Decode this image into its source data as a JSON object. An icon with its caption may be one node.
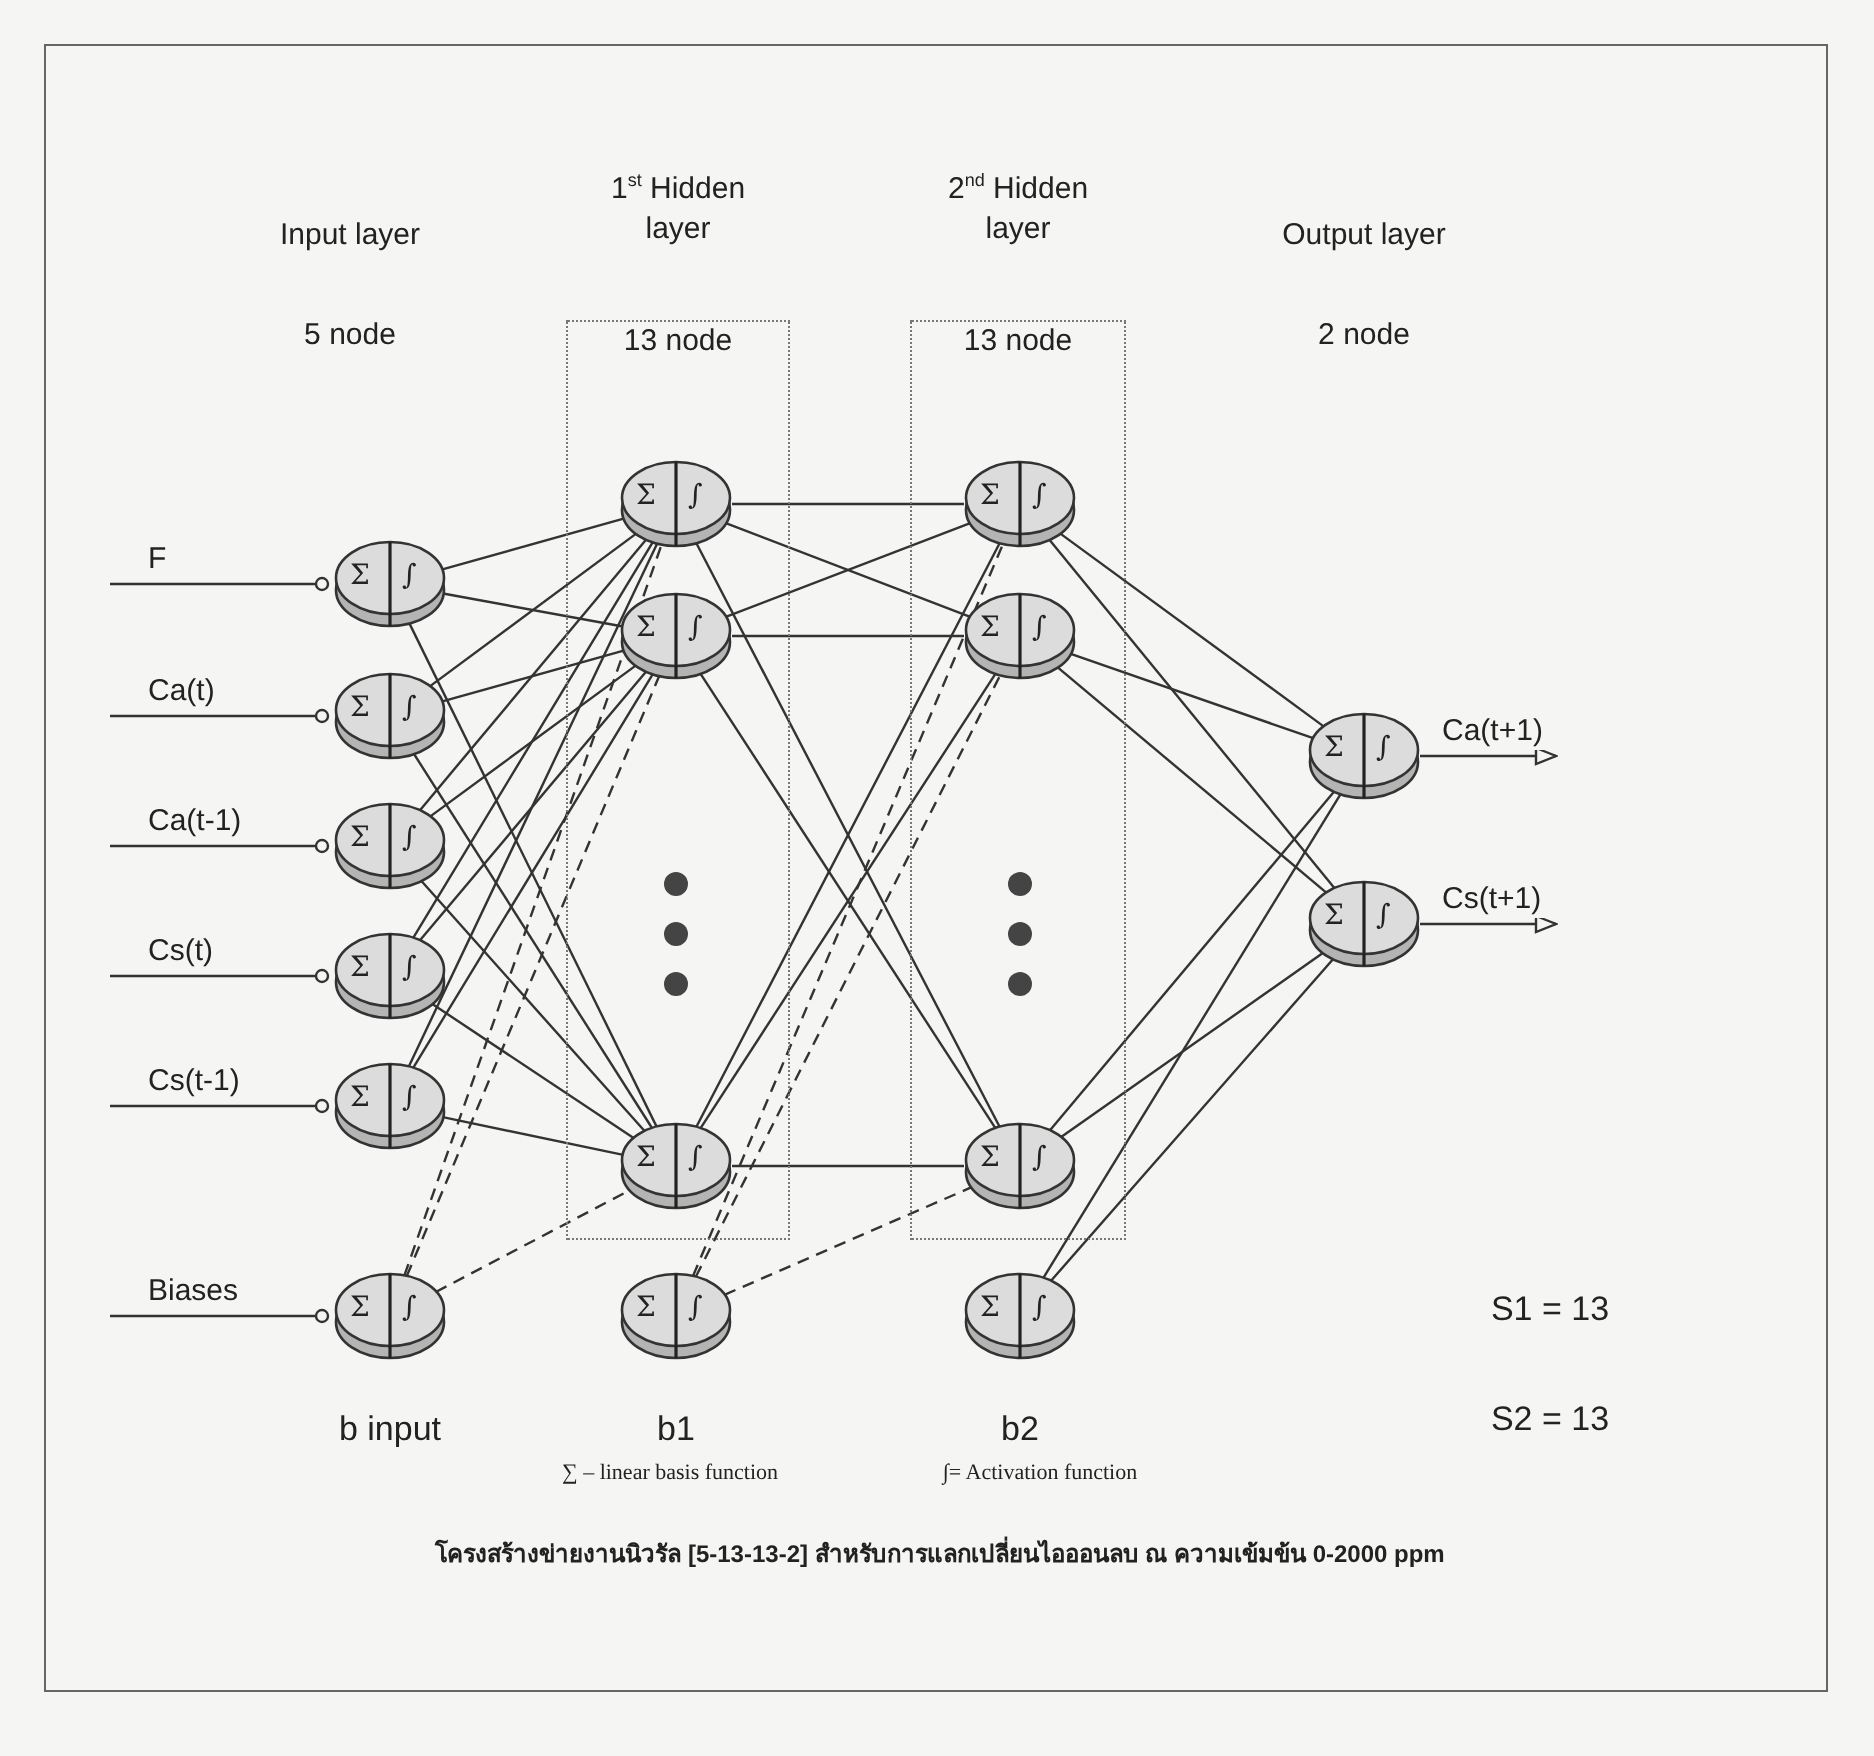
{
  "diagram": {
    "caption": "โครงสร้างข่ายงานนิวรัล [5-13-13-2] สำหรับการแลกเปลี่ยนไอออนลบ ณ ความเข้มข้น 0-2000 ppm",
    "nodes": [
      {
        "text": [
          "1$^{st}$ Hidden layer",
          "13 node"
        ]
      },
      {
        "text": [
          "2$^{nd}$ Hidden layer",
          "13 node"
        ]
      },
      {
        "text": [
          "Σ",
          "∫"
        ]
      },
      {
        "text": [
          "Σ",
          "∫"
        ]
      },
      {
        "text": [
          "Σ",
          "∫"
        ]
      },
      {
        "text": [
          "Σ",
          "∫"
        ]
      },
      {
        "text": [
          "Σ",
          "∫"
        ]
      },
      {
        "text": [
          "Σ",
          "∫"
        ],
        "beside": [
          "b input"
        ]
      },
      {
        "text": [
          "Σ",
          "∫"
        ],
        "in": 0
      },
      {
        "text": [
          "Σ",
          "∫"
        ],
        "in": 0
      },
      {
        "text": [
          "Σ",
          "∫"
        ],
        "in": 0
      },
      {
        "text": [
          "Σ",
          "∫"
        ],
        "beside": [
          "b1"
        ]
      },
      {
        "text": [
          "Σ",
          "∫"
        ],
        "in": 1
      },
      {
        "text": [
          "Σ",
          "∫"
        ],
        "in": 1
      },
      {
        "text": [
          "Σ",
          "∫"
        ],
        "in": 1
      },
      {
        "text": [
          "Σ",
          "∫"
        ],
        "beside": [
          "b2"
        ]
      },
      {
        "text": [
          "Σ",
          "∫"
        ]
      },
      {
        "text": [
          "Σ",
          "∫"
        ]
      }
    ],
    "edges": [
      {
        "from": null,
        "to": 2,
        "arrow": "other",
        "label": "F"
      },
      {
        "from": null,
        "to": 3,
        "arrow": "other",
        "label": "Ca(t)"
      },
      {
        "from": null,
        "to": 4,
        "arrow": "other",
        "label": "Ca(t-1)"
      },
      {
        "from": null,
        "to": 5,
        "arrow": "other",
        "label": "Cs(t)"
      },
      {
        "from": null,
        "to": 6,
        "arrow": "other",
        "label": "Cs(t-1)"
      },
      {
        "from": null,
        "to": 7,
        "arrow": "other",
        "label": "Biases"
      },
      {
        "from": 2,
        "to": 8,
        "arrow": "none"
      },
      {
        "from": 2,
        "to": 9,
        "arrow": "none"
      },
      {
        "from": 2,
        "to": 10,
        "arrow": "none"
      },
      {
        "from": 3,
        "to": 8,
        "arrow": "none"
      },
      {
        "from": 3,
        "to": 9,
        "arrow": "none"
      },
      {
        "from": 3,
        "to": 10,
        "arrow": "none"
      },
      {
        "from": 4,
        "to": 8,
        "arrow": "none"
      },
      {
        "from": 4,
        "to": 9,
        "arrow": "none"
      },
      {
        "from": 4,
        "to": 10,
        "arrow": "none"
      },
      {
        "from": 5,
        "to": 8,
        "arrow": "none"
      },
      {
        "from": 5,
        "to": 9,
        "arrow": "none"
      },
      {
        "from": 5,
        "to": 10,
        "arrow": "none"
      },
      {
        "from": 6,
        "to": 8,
        "arrow": "none"
      },
      {
        "from": 6,
        "to": 9,
        "arrow": "none"
      },
      {
        "from": 6,
        "to": 10,
        "arrow": "none"
      },
      {
        "from": 7,
        "to": 8,
        "arrow": "none",
        "style": "dashed"
      },
      {
        "from": 7,
        "to": 9,
        "arrow": "none",
        "style": "dashed"
      },
      {
        "from": 7,
        "to": 10,
        "arrow": "none",
        "style": "dashed"
      },
      {
        "from": 8,
        "to": 12,
        "arrow": "none"
      },
      {
        "from": 8,
        "to": 13,
        "arrow": "none"
      },
      {
        "from": 8,
        "to": 14,
        "arrow": "none"
      },
      {
        "from": 9,
        "to": 12,
        "arrow": "none"
      },
      {
        "from": 9,
        "to": 13,
        "arrow": "none"
      },
      {
        "from": 9,
        "to": 14,
        "arrow": "none"
      },
      {
        "from": 10,
        "to": 12,
        "arrow": "none"
      },
      {
        "from": 10,
        "to": 13,
        "arrow": "none"
      },
      {
        "from": 10,
        "to": 14,
        "arrow": "none"
      },
      {
        "from": 11,
        "to": 12,
        "arrow": "none",
        "style": "dashed"
      },
      {
        "from": 11,
        "to": 13,
        "arrow": "none",
        "style": "dashed"
      },
      {
        "from": 11,
        "to": 14,
        "arrow": "none",
        "style": "dashed"
      },
      {
        "from": 12,
        "to": 16,
        "arrow": "none"
      },
      {
        "from": 12,
        "to": 17,
        "arrow": "none"
      },
      {
        "from": 13,
        "to": 16,
        "arrow": "none"
      },
      {
        "from": 13,
        "to": 17,
        "arrow": "none"
      },
      {
        "from": 14,
        "to": 16,
        "arrow": "none"
      },
      {
        "from": 14,
        "to": 17,
        "arrow": "none"
      },
      {
        "from": 15,
        "to": 16,
        "arrow": "none"
      },
      {
        "from": 15,
        "to": 17,
        "arrow": "none"
      },
      {
        "from": 16,
        "to": null,
        "arrow": "to",
        "label": "Ca(t+1)"
      },
      {
        "from": 17,
        "to": null,
        "arrow": "to",
        "label": "Cs(t+1)"
      }
    ],
    "labels": [
      "Input layer",
      "Output layer",
      "5 node",
      "2 node",
      "S1 =  13",
      "S2 =  13",
      "∑ – linear basis function",
      "∫= Activation function"
    ]
  }
}
